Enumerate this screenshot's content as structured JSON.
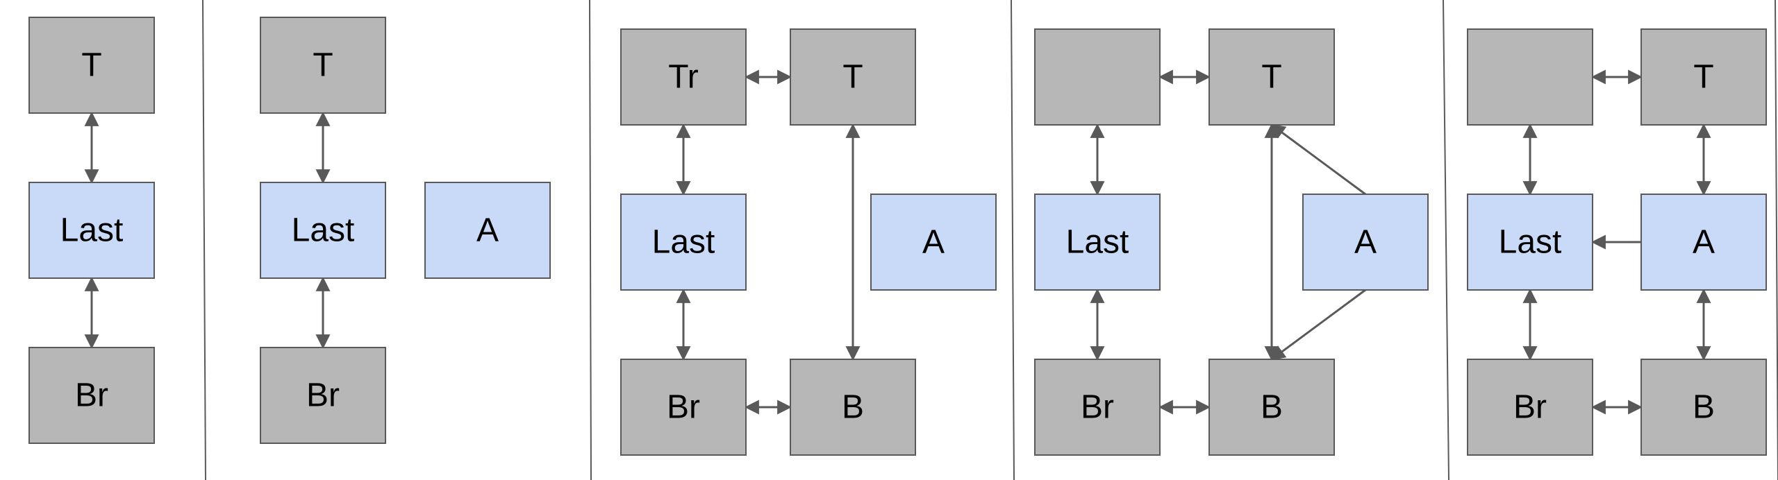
{
  "colors": {
    "node_gray": "#b7b7b7",
    "node_blue": "#c9daf8",
    "stroke": "#595959"
  },
  "panels": [
    {
      "nodes": [
        {
          "id": "p1-t",
          "label": "T",
          "color": "gray"
        },
        {
          "id": "p1-last",
          "label": "Last",
          "color": "blue"
        },
        {
          "id": "p1-br",
          "label": "Br",
          "color": "gray"
        }
      ],
      "edges": [
        {
          "from": "p1-t",
          "to": "p1-last",
          "arrows": "both"
        },
        {
          "from": "p1-last",
          "to": "p1-br",
          "arrows": "both"
        }
      ]
    },
    {
      "nodes": [
        {
          "id": "p2-t",
          "label": "T",
          "color": "gray"
        },
        {
          "id": "p2-last",
          "label": "Last",
          "color": "blue"
        },
        {
          "id": "p2-a",
          "label": "A",
          "color": "blue"
        },
        {
          "id": "p2-br",
          "label": "Br",
          "color": "gray"
        }
      ],
      "edges": [
        {
          "from": "p2-t",
          "to": "p2-last",
          "arrows": "both"
        },
        {
          "from": "p2-last",
          "to": "p2-br",
          "arrows": "both"
        }
      ]
    },
    {
      "nodes": [
        {
          "id": "p3-tr",
          "label": "Tr",
          "color": "gray"
        },
        {
          "id": "p3-t",
          "label": "T",
          "color": "gray"
        },
        {
          "id": "p3-last",
          "label": "Last",
          "color": "blue"
        },
        {
          "id": "p3-a",
          "label": "A",
          "color": "blue"
        },
        {
          "id": "p3-br",
          "label": "Br",
          "color": "gray"
        },
        {
          "id": "p3-b",
          "label": "B",
          "color": "gray"
        }
      ],
      "edges": [
        {
          "from": "p3-tr",
          "to": "p3-t",
          "arrows": "both"
        },
        {
          "from": "p3-tr",
          "to": "p3-last",
          "arrows": "both"
        },
        {
          "from": "p3-t",
          "to": "p3-b",
          "arrows": "both"
        },
        {
          "from": "p3-last",
          "to": "p3-br",
          "arrows": "both"
        },
        {
          "from": "p3-br",
          "to": "p3-b",
          "arrows": "both"
        }
      ]
    },
    {
      "nodes": [
        {
          "id": "p4-tl",
          "label": "",
          "color": "gray"
        },
        {
          "id": "p4-t",
          "label": "T",
          "color": "gray"
        },
        {
          "id": "p4-last",
          "label": "Last",
          "color": "blue"
        },
        {
          "id": "p4-a",
          "label": "A",
          "color": "blue"
        },
        {
          "id": "p4-br",
          "label": "Br",
          "color": "gray"
        },
        {
          "id": "p4-b",
          "label": "B",
          "color": "gray"
        }
      ],
      "edges": [
        {
          "from": "p4-tl",
          "to": "p4-t",
          "arrows": "both"
        },
        {
          "from": "p4-tl",
          "to": "p4-last",
          "arrows": "both"
        },
        {
          "from": "p4-t",
          "to": "p4-b",
          "arrows": "both"
        },
        {
          "from": "p4-a",
          "to": "p4-t",
          "arrows": "end"
        },
        {
          "from": "p4-a",
          "to": "p4-b",
          "arrows": "end"
        },
        {
          "from": "p4-last",
          "to": "p4-br",
          "arrows": "both"
        },
        {
          "from": "p4-br",
          "to": "p4-b",
          "arrows": "both"
        }
      ]
    },
    {
      "nodes": [
        {
          "id": "p5-tl",
          "label": "",
          "color": "gray"
        },
        {
          "id": "p5-t",
          "label": "T",
          "color": "gray"
        },
        {
          "id": "p5-last",
          "label": "Last",
          "color": "blue"
        },
        {
          "id": "p5-a",
          "label": "A",
          "color": "blue"
        },
        {
          "id": "p5-br",
          "label": "Br",
          "color": "gray"
        },
        {
          "id": "p5-b",
          "label": "B",
          "color": "gray"
        }
      ],
      "edges": [
        {
          "from": "p5-tl",
          "to": "p5-t",
          "arrows": "both"
        },
        {
          "from": "p5-tl",
          "to": "p5-last",
          "arrows": "both"
        },
        {
          "from": "p5-t",
          "to": "p5-a",
          "arrows": "both"
        },
        {
          "from": "p5-a",
          "to": "p5-last",
          "arrows": "end"
        },
        {
          "from": "p5-last",
          "to": "p5-br",
          "arrows": "both"
        },
        {
          "from": "p5-a",
          "to": "p5-b",
          "arrows": "both"
        },
        {
          "from": "p5-br",
          "to": "p5-b",
          "arrows": "both"
        }
      ]
    }
  ]
}
